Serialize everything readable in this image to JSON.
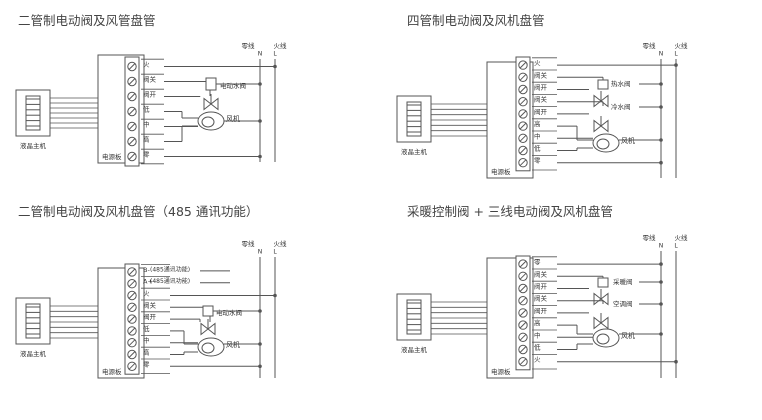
{
  "colors": {
    "line": "#555555",
    "text": "#333333",
    "title": "#444444",
    "hatch": "#777777"
  },
  "shared": {
    "neutral_label": "零线",
    "live_label": "火线",
    "neutral_code": "N",
    "live_code": "L",
    "lcd_label": "液晶主机",
    "psu_label": "电源板",
    "fan_label": "风机"
  },
  "panels": [
    {
      "title": "二管制电动阀及风管盘管",
      "terminals": [
        "火",
        "阀关",
        "阀开",
        "低",
        "中",
        "高",
        "零"
      ],
      "valves": [
        "电动水阀"
      ]
    },
    {
      "title": "四管制电动阀及风机盘管",
      "terminals": [
        "火",
        "阀关",
        "阀开",
        "阀关",
        "阀开",
        "高",
        "中",
        "低",
        "零"
      ],
      "valves": [
        "热水阀",
        "冷水阀"
      ]
    },
    {
      "title": "二管制电动阀及风机盘管（485 通讯功能）",
      "terminals": [
        "B-",
        "A+",
        "火",
        "阀关",
        "阀开",
        "低",
        "中",
        "高",
        "零"
      ],
      "bus_notes": [
        "(485通讯功能)",
        "(485通讯功能)"
      ],
      "valves": [
        "电动水阀"
      ]
    },
    {
      "title": "采暖控制阀 + 三线电动阀及风机盘管",
      "terminals": [
        "零",
        "阀关",
        "阀开",
        "阀关",
        "阀开",
        "高",
        "中",
        "低",
        "火"
      ],
      "valves": [
        "采暖阀",
        "空调阀"
      ]
    }
  ]
}
